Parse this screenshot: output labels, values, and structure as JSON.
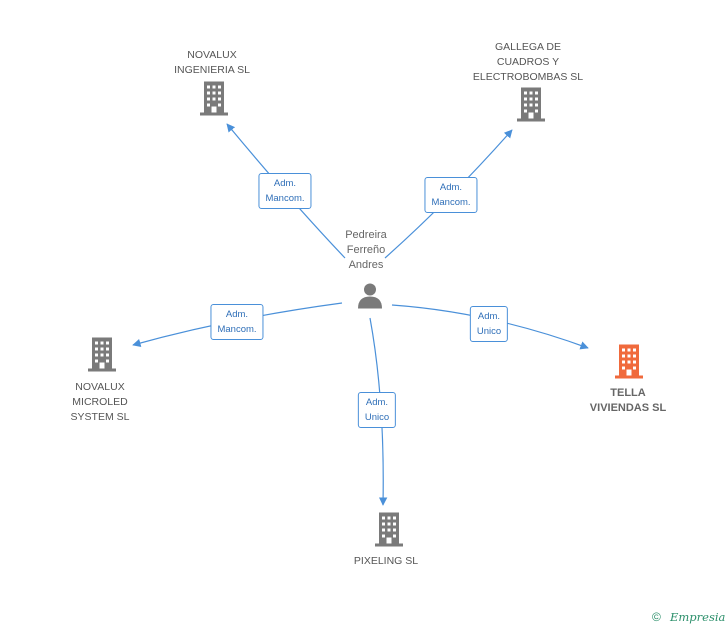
{
  "person": {
    "name_line1": "Pedreira",
    "name_line2": "Ferreño",
    "name_line3": "Andres"
  },
  "companies": {
    "novalux_ingenieria": {
      "line1": "NOVALUX",
      "line2": "INGENIERIA SL"
    },
    "gallega": {
      "line1": "GALLEGA DE",
      "line2": "CUADROS Y",
      "line3": "ELECTROBOMBAS SL"
    },
    "novalux_microled": {
      "line1": "NOVALUX",
      "line2": "MICROLED",
      "line3": "SYSTEM  SL"
    },
    "pixeling": {
      "line1": "PIXELING SL"
    },
    "tella": {
      "line1": "TELLA",
      "line2": "VIVIENDAS SL"
    }
  },
  "roles": {
    "to_novalux_ingenieria": {
      "line1": "Adm.",
      "line2": "Mancom."
    },
    "to_gallega": {
      "line1": "Adm.",
      "line2": "Mancom."
    },
    "to_novalux_microled": {
      "line1": "Adm.",
      "line2": "Mancom."
    },
    "to_pixeling": {
      "line1": "Adm.",
      "line2": "Unico"
    },
    "to_tella": {
      "line1": "Adm.",
      "line2": "Unico"
    }
  },
  "colors": {
    "edge": "#4a90d9",
    "building": "#7a7a7a",
    "building_highlight": "#f06a3c",
    "person": "#7a7a7a"
  },
  "footer": {
    "copyright": "©",
    "brand": "Empresia"
  }
}
